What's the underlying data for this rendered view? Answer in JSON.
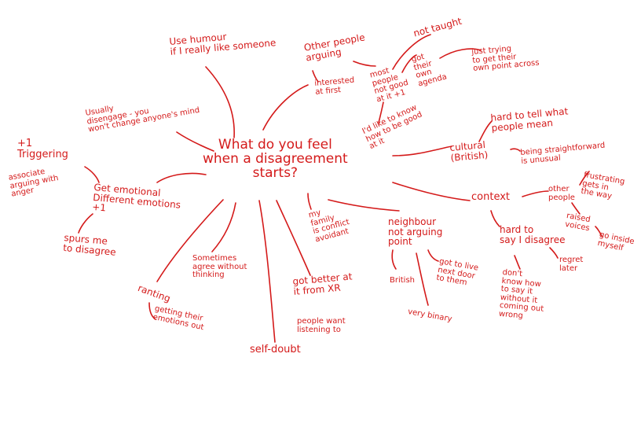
{
  "colors": {
    "ink": "#d41a1a",
    "background": "#ffffff"
  },
  "center": "What do you feel\nwhen a disagreement\nstarts?",
  "notes": {
    "use_humour": "Use humour\nif I really like someone",
    "other_people_arguing": "Other people\narguing",
    "interested_at_first": "interested\nat first",
    "not_taught": "not taught",
    "most_people_not_good": "most\npeople\nnot good\nat it +1",
    "got_their_own_agenda": "got\ntheir\nown\nagenda",
    "just_trying": "just trying\nto get their\nown point across",
    "id_like_to_know": "I'd like to know\nhow to be good\nat it",
    "usually_disengage": "Usually\ndisengage - you\nwon't change anyone's mind",
    "hard_to_tell": "hard to tell what\npeople mean",
    "cultural": "cultural\n(British)",
    "being_straightforward": "being straightforward\nis unusual",
    "triggering": "+1\nTriggering",
    "associate_arguing": "associate\narguing with\nanger",
    "get_emotional": "Get emotional\nDifferent emotions\n+1",
    "spurs_me": "spurs me\nto disagree",
    "context": "context",
    "other_people": "other\npeople",
    "frustrating": "frustrating\ngets in\nthe way",
    "raised_voices": "raised\nvoices",
    "go_inside_myself": "go inside\nmyself",
    "hard_to_say": "hard to\nsay I disagree",
    "regret_later": "regret\nlater",
    "dont_know_how": "don't\nknow how\nto say it\nwithout it\ncoming out\nwrong",
    "my_family": "my\nfamily\nis conflict\navoidant",
    "neighbour": "neighbour\nnot arguing\npoint",
    "british": "British",
    "got_to_live": "got to live\nnext door\nto them",
    "very_binary": "very binary",
    "sometimes_agree": "Sometimes\nagree without\nthinking",
    "got_better_at_it": "got better at\nit from XR",
    "people_want_listening": "people want\nlistening to",
    "ranting": "ranting",
    "getting_their_emotions_out": "getting their\nemotions out",
    "self_doubt": "self-doubt"
  }
}
